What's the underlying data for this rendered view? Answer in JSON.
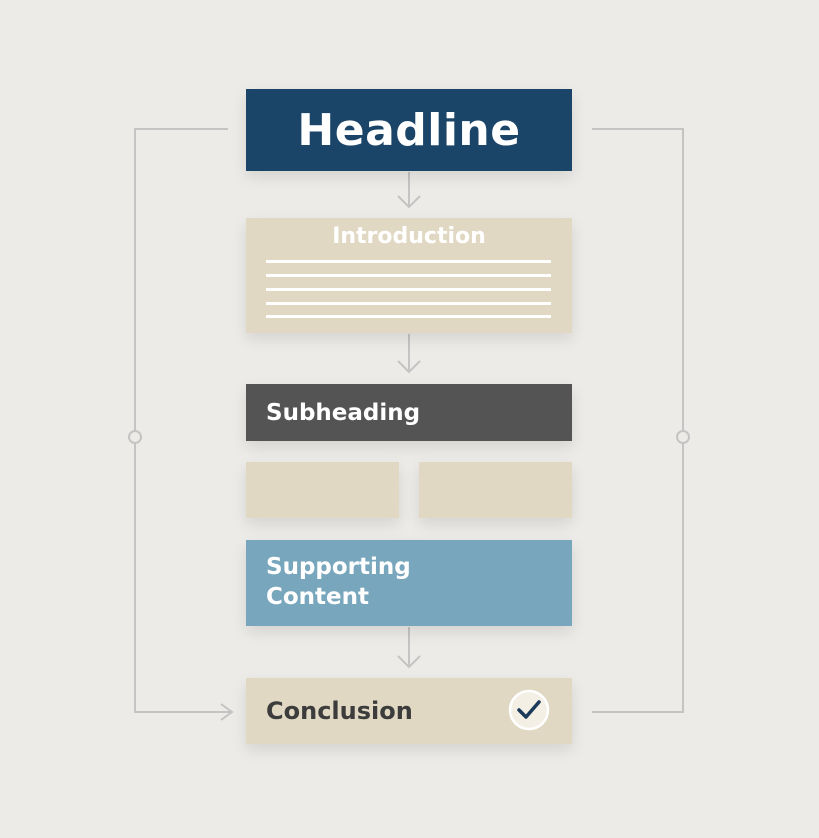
{
  "diagram": {
    "headline": "Headline",
    "introduction": {
      "title": "Introduction",
      "text_line_count": 5
    },
    "subheading": "Subheading",
    "supporting_content": [
      "Supporting",
      "Content"
    ],
    "conclusion": "Conclusion",
    "conclusion_icon": "check-circle-icon"
  },
  "colors": {
    "background": "#ecebe7",
    "headline": "#1b4469",
    "introduction": "#e0d8c3",
    "subheading": "#545454",
    "supporting_content": "#78a6bc",
    "conclusion": "#e0d8c3",
    "connector": "#c4c4c4",
    "check": "#1b3a5a"
  }
}
